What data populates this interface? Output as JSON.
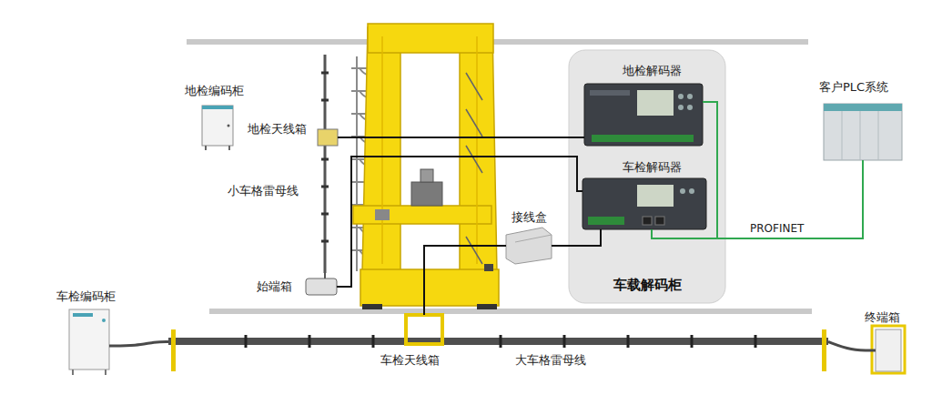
{
  "diagram": {
    "nodes": [
      {
        "text": [
          "地检编码柜"
        ]
      },
      {
        "text": [
          "地检天线箱"
        ]
      },
      {
        "text": [
          "小车格雷母线"
        ]
      },
      {
        "text": [
          "始端箱"
        ]
      },
      {
        "text": [
          "车载解码柜"
        ]
      },
      {
        "text": [
          "地检解码器"
        ],
        "in": 4
      },
      {
        "text": [
          "车检解码器"
        ],
        "in": 4
      },
      {
        "text": [
          "接线盒"
        ]
      },
      {
        "text": [
          "客户PLC系统"
        ]
      },
      {
        "text": [
          "车检编码柜"
        ]
      },
      {
        "text": [
          "车检天线箱"
        ]
      },
      {
        "text": [
          "大车格雷母线"
        ]
      },
      {
        "text": [
          "终端箱"
        ]
      }
    ],
    "edges": [
      {
        "from": 1,
        "to": 5,
        "arrow": "none"
      },
      {
        "from": 3,
        "to": 6,
        "arrow": "none"
      },
      {
        "from": 10,
        "to": 7,
        "arrow": "none"
      },
      {
        "from": 7,
        "to": 6,
        "arrow": "none"
      },
      {
        "from": 5,
        "to": 8,
        "arrow": "none"
      },
      {
        "from": 6,
        "to": 8,
        "label": "PROFINET",
        "arrow": "none"
      },
      {
        "from": 9,
        "to": 11,
        "arrow": "none"
      },
      {
        "from": 12,
        "to": 11,
        "arrow": "none"
      }
    ]
  }
}
